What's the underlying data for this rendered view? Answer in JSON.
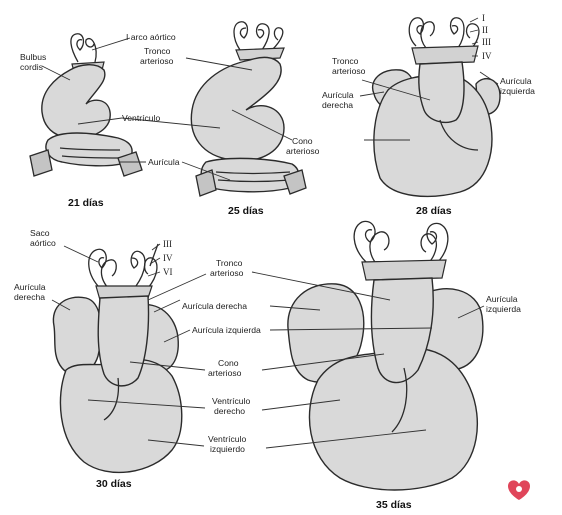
{
  "labels": {
    "bulbus_cordis": [
      "Bulbus",
      "cordis"
    ],
    "primer_arco": "I arco aórtico",
    "tronco_21": [
      "Tronco",
      "arterioso"
    ],
    "ventriculo_21": "Ventrículo",
    "auricula_21": "Aurícula",
    "cono_25": [
      "Cono",
      "arterioso"
    ],
    "tronco_28": [
      "Tronco",
      "arterioso"
    ],
    "auricula_derecha_28": [
      "Aurícula",
      "derecha"
    ],
    "auricula_izquierda_28": [
      "Aurícula",
      "izquierda"
    ],
    "arcos_28": [
      "I",
      "II",
      "III",
      "IV"
    ],
    "saco_aortico": [
      "Saco",
      "aórtico"
    ],
    "arcos_30": [
      "III",
      "IV",
      "VI"
    ],
    "auricula_derecha_30": [
      "Aurícula",
      "derecha"
    ],
    "tronco_30": [
      "Tronco",
      "arterioso"
    ],
    "auricula_derecha_mid": "Aurícula derecha",
    "auricula_izquierda_mid": "Aurícula izquierda",
    "cono_mid": [
      "Cono",
      "arterioso"
    ],
    "ventriculo_derecho": [
      "Ventrículo",
      "derecho"
    ],
    "ventriculo_izquierdo": [
      "Ventrículo",
      "izquierdo"
    ],
    "auricula_izquierda_35": [
      "Aurícula",
      "izquierda"
    ]
  },
  "stages": [
    "21 días",
    "25 días",
    "28 días",
    "30 días",
    "35 días"
  ],
  "colors": {
    "organ": "#d9d9d9",
    "outline": "#2b2b2b",
    "badge": "#e0455a"
  },
  "badge_icon": "heart-icon"
}
